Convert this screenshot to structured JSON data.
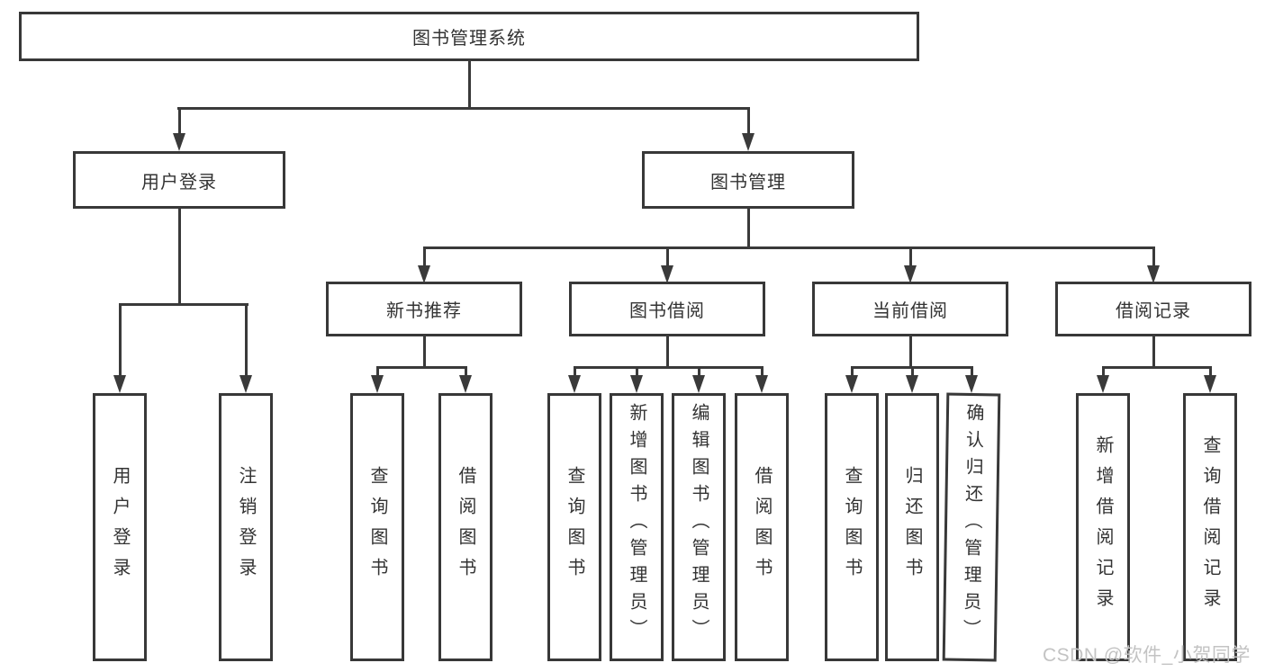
{
  "diagram": {
    "root": "图书管理系统",
    "level2": [
      {
        "label": "用户登录"
      },
      {
        "label": "图书管理"
      }
    ],
    "modules": [
      "新书推荐",
      "图书借阅",
      "当前借阅",
      "借阅记录"
    ],
    "leaves": [
      "用户登录",
      "注销登录",
      "查询图书",
      "借阅图书",
      "查询图书",
      "新增图书（管理员）",
      "编辑图书（管理员）",
      "借阅图书",
      "查询图书",
      "归还图书",
      "确认归还（管理员）",
      "新增借阅记录",
      "查询借阅记录"
    ]
  },
  "watermark": "CSDN @软件_小贺同学",
  "colors": {
    "background": "#ffffff",
    "line": "#3a3a3a",
    "box_border": "#383838",
    "text": "#333333",
    "watermark": "#c3c3c3"
  }
}
